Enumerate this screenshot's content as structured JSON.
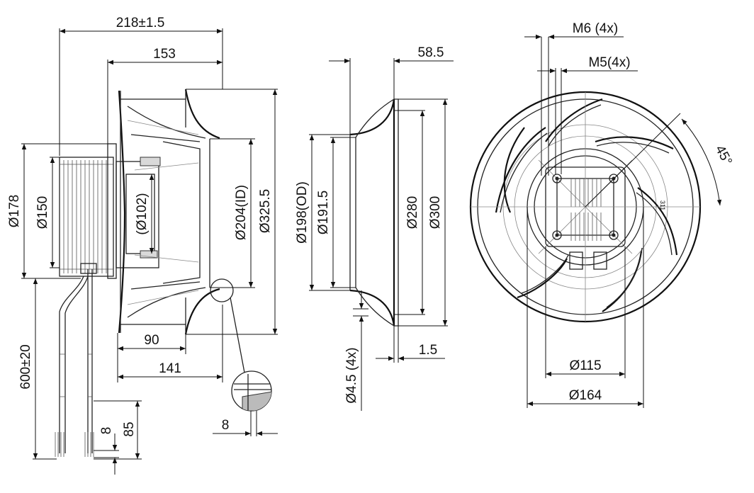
{
  "drawing": {
    "side_view": {
      "dim_overall_length": "218±1.5",
      "dim_impeller_length": "153",
      "dim_motor_dia": "Ø178",
      "dim_motor_inner_dia": "Ø150",
      "dim_shaft_dia": "(Ø102)",
      "dim_inner_dia": "Ø204(ID)",
      "dim_outer_dia": "Ø325.5",
      "dim_depth_90": "90",
      "dim_depth_141": "141",
      "dim_cable_length": "600±20",
      "dim_strip_8": "8",
      "dim_strip_85": "85",
      "dim_detail_8": "8"
    },
    "inlet_ring": {
      "dim_depth": "58.5",
      "dim_od": "Ø198(OD)",
      "dim_id": "Ø191.5",
      "dim_280": "Ø280",
      "dim_300": "Ø300",
      "dim_hole": "Ø4.5 (4x)",
      "dim_thickness": "1.5"
    },
    "front_view": {
      "dim_m6": "M6 (4x)",
      "dim_m5": "M5(4x)",
      "dim_angle": "45°",
      "dim_115": "Ø115",
      "dim_164": "Ø164",
      "small_mark": "311"
    }
  }
}
